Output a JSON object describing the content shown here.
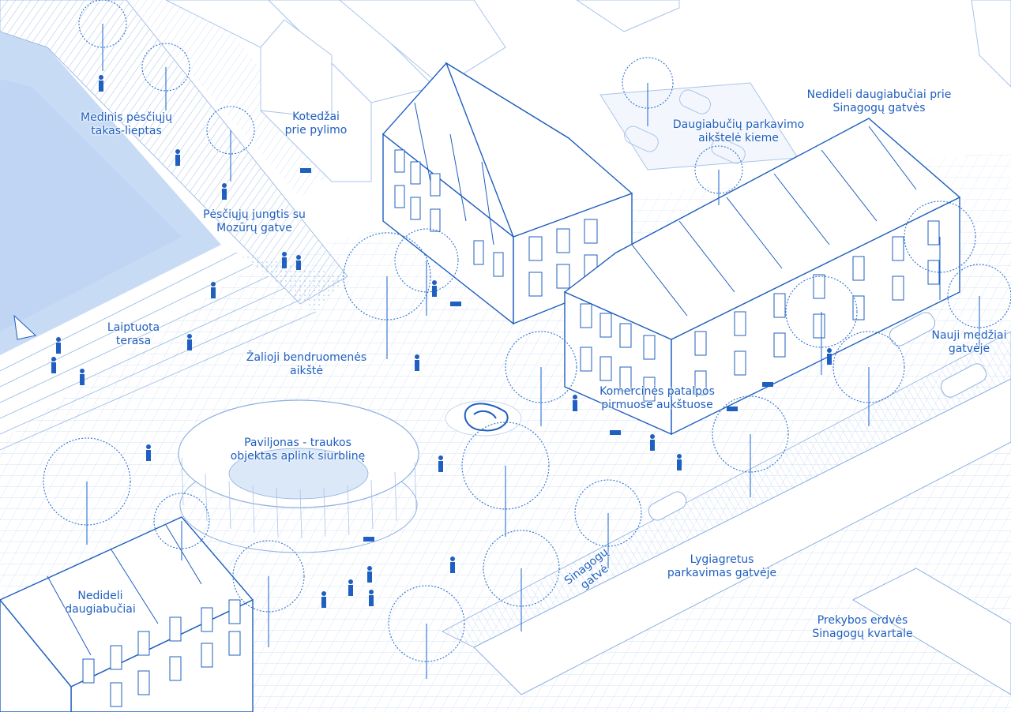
{
  "palette": {
    "line": "#1f5fbf",
    "line_light": "#a9c4ea",
    "water": "#c7dbf5",
    "water_deep": "#b3cdee",
    "paving": "#eef4fc",
    "label": "#1f5fbf",
    "background": "#ffffff"
  },
  "labels": {
    "medinis": [
      "Medinis pėsčiųjų",
      "takas-lieptas"
    ],
    "kotedzai": [
      "Kotedžai",
      "prie pylimo"
    ],
    "pesciuju_jungtis": [
      "Pėsčiųjų jungtis su",
      "Mozūrų gatve"
    ],
    "laiptuota": [
      "Laiptuota",
      "terasa"
    ],
    "zalioji": [
      "Žalioji bendruomenės",
      "aikštė"
    ],
    "paviljonas": [
      "Paviljonas - traukos",
      "objektas aplink siurblinę"
    ],
    "daugiabuciu_parkavimo": [
      "Daugiabučių parkavimo",
      "aikštelė kieme"
    ],
    "nedideli_prie": [
      "Nedideli daugiabučiai prie",
      "Sinagogų gatvės"
    ],
    "nauji_medziai": [
      "Nauji medžiai",
      "gatvėje"
    ],
    "komercines": [
      "Komercinės patalpos",
      "pirmuose aukštuose"
    ],
    "sinagogu_gatve": [
      "Sinagogų",
      "gatvė"
    ],
    "lygiagretus": [
      "Lygiagretus",
      "parkavimas gatvėje"
    ],
    "prekybos": [
      "Prekybos erdvės",
      "Sinagogų kvartale"
    ],
    "nedideli": [
      "Nedideli",
      "daugiabučiai"
    ]
  },
  "icons": [
    "tree-icon",
    "person-icon",
    "bench-icon",
    "sail-icon",
    "fountain-icon"
  ]
}
